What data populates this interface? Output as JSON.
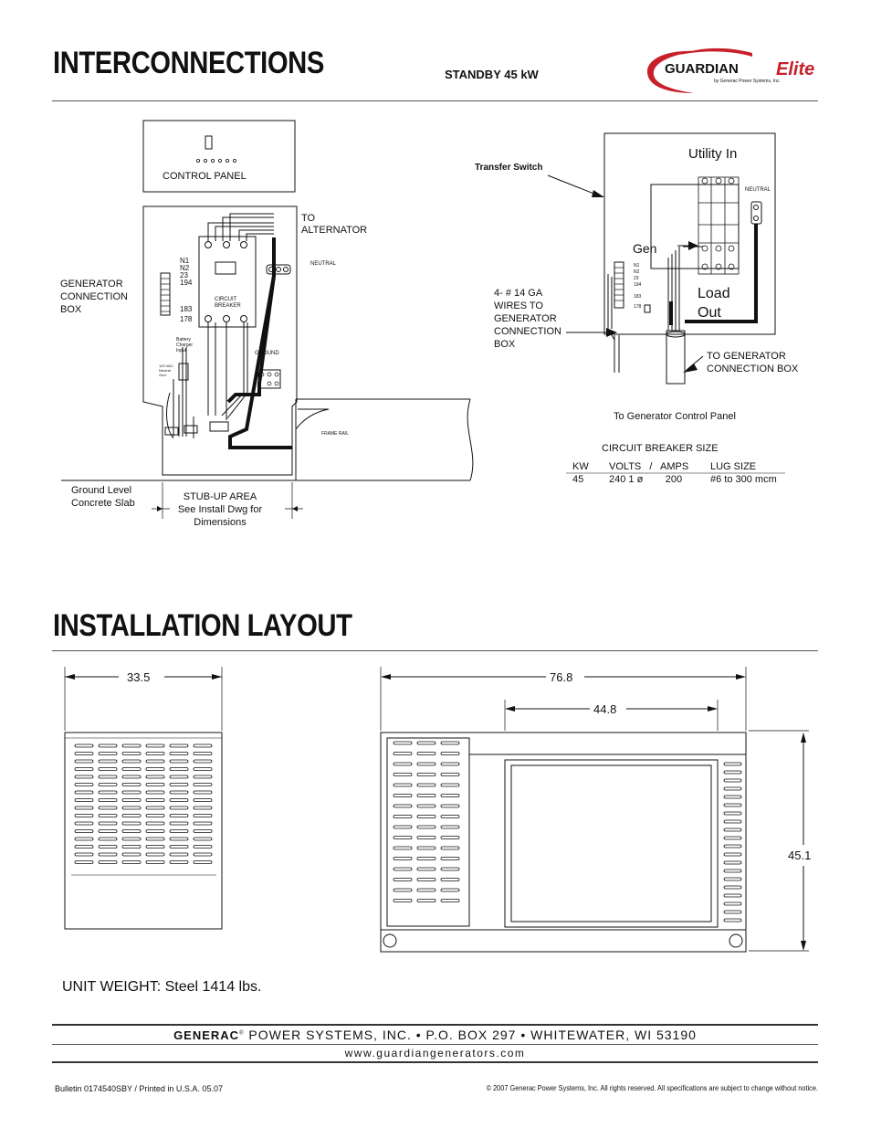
{
  "header": {
    "title": "INTERCONNECTIONS",
    "model": "STANDBY 45 kW",
    "logo": {
      "brand": "GUARDIAN",
      "elite": "Elite",
      "tagline": "by Generac Power Systems, Inc."
    }
  },
  "interconnections": {
    "control_panel": "CONTROL PANEL",
    "generator_box": "GENERATOR CONNECTION BOX",
    "gen_box_lines": [
      "GENERATOR",
      "CONNECTION",
      "BOX"
    ],
    "terminals_left": [
      "N1",
      "N2",
      "23",
      "194",
      "183",
      "178"
    ],
    "to_alternator": [
      "TO",
      "ALTERNATOR"
    ],
    "neutral": "NEUTRAL",
    "circuit_breaker": [
      "CIRCUIT",
      "BREAKER"
    ],
    "battery_charger": [
      "Battery",
      "Charger",
      "Input"
    ],
    "vac_input": [
      "120 VAC",
      "Neutral",
      "Gnd"
    ],
    "ground": "GROUND",
    "frame_rail": "FRAME RAIL",
    "ground_level": [
      "Ground Level",
      "Concrete Slab"
    ],
    "stub_up": [
      "STUB-UP AREA",
      "See Install Dwg for",
      "Dimensions"
    ],
    "transfer_switch": "Transfer Switch",
    "utility_in": "Utility In",
    "gen": "Gen",
    "load_out": [
      "Load",
      "Out"
    ],
    "ts_neutral": "NEUTRAL",
    "terminals_right": [
      "N1",
      "N2",
      "23",
      "194",
      "183",
      "178"
    ],
    "wires_note": [
      "4- # 14 GA",
      "WIRES TO",
      "GENERATOR",
      "CONNECTION",
      "BOX"
    ],
    "to_gen_box": [
      "TO GENERATOR",
      "CONNECTION BOX"
    ],
    "to_control_panel": "To Generator Control Panel",
    "breaker_table": {
      "title": "CIRCUIT BREAKER SIZE",
      "headers": [
        "KW",
        "VOLTS   /   AMPS",
        "LUG SIZE"
      ],
      "row": [
        "45",
        "240 1 ø        200",
        "#6 to 300 mcm"
      ]
    }
  },
  "installation": {
    "title": "INSTALLATION LAYOUT",
    "dim_side_width": "33.5",
    "dim_total_length": "76.8",
    "dim_enclosure": "44.8",
    "dim_height": "45.1",
    "unit_weight": "UNIT WEIGHT: Steel 1414 lbs."
  },
  "footer": {
    "company_brand": "GENERAC",
    "company_rest": "POWER SYSTEMS, INC. • P.O. BOX 297 • WHITEWATER, WI 53190",
    "website": "www.guardiangenerators.com",
    "bulletin": "Bulletin 0174540SBY / Printed in U.S.A. 05.07",
    "copyright": "© 2007 Generac Power Systems, Inc. All rights reserved. All specifications are subject to change without notice."
  },
  "colors": {
    "logo_red": "#c8202a",
    "line": "#111111"
  }
}
